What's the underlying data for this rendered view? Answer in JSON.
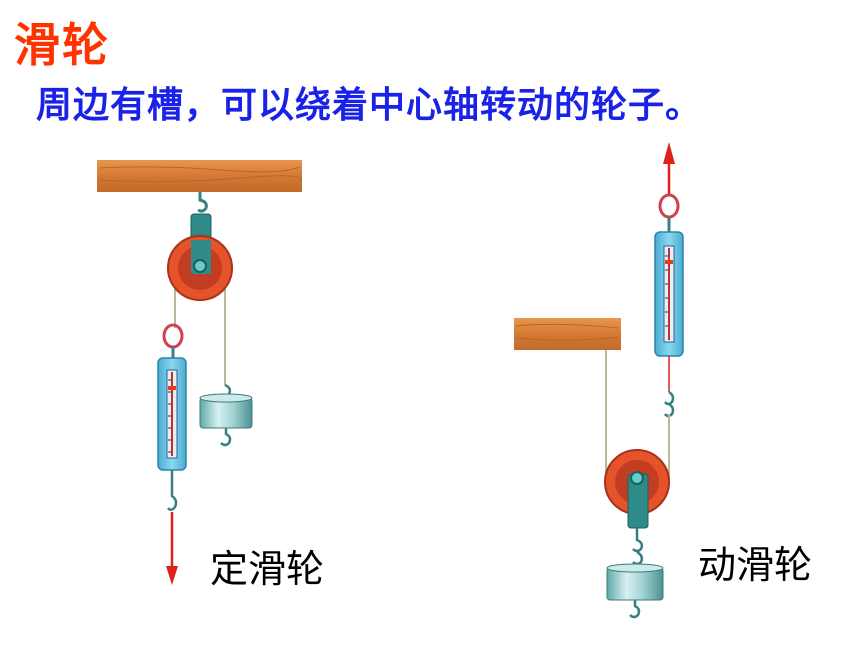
{
  "title": "滑轮",
  "description": "周边有槽，可以绕着中心轴转动的轮子。",
  "labels": {
    "fixed_pulley": "定滑轮",
    "movable_pulley": "动滑轮"
  },
  "colors": {
    "title": "#ff3300",
    "description": "#1a22e8",
    "wood": "#d9823c",
    "pulley_rim": "#e4532a",
    "bracket": "#2f8b88",
    "scale_body": "#66c6e4",
    "arrow": "#e0201a"
  }
}
